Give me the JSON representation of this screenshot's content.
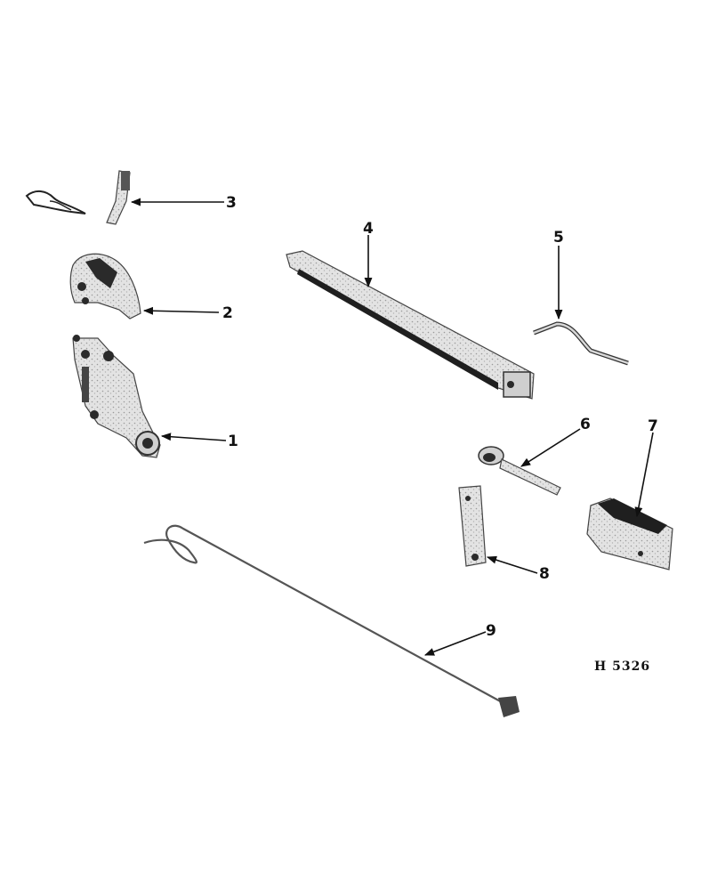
{
  "figure_id": "H 5326",
  "callouts": {
    "c1": "1",
    "c2": "2",
    "c3": "3",
    "c4": "4",
    "c5": "5",
    "c6": "6",
    "c7": "7",
    "c8": "8",
    "c9": "9"
  },
  "colors": {
    "ink": "#111111",
    "part_fill": "#d9d9d9",
    "part_dark": "#2a2a2a"
  }
}
